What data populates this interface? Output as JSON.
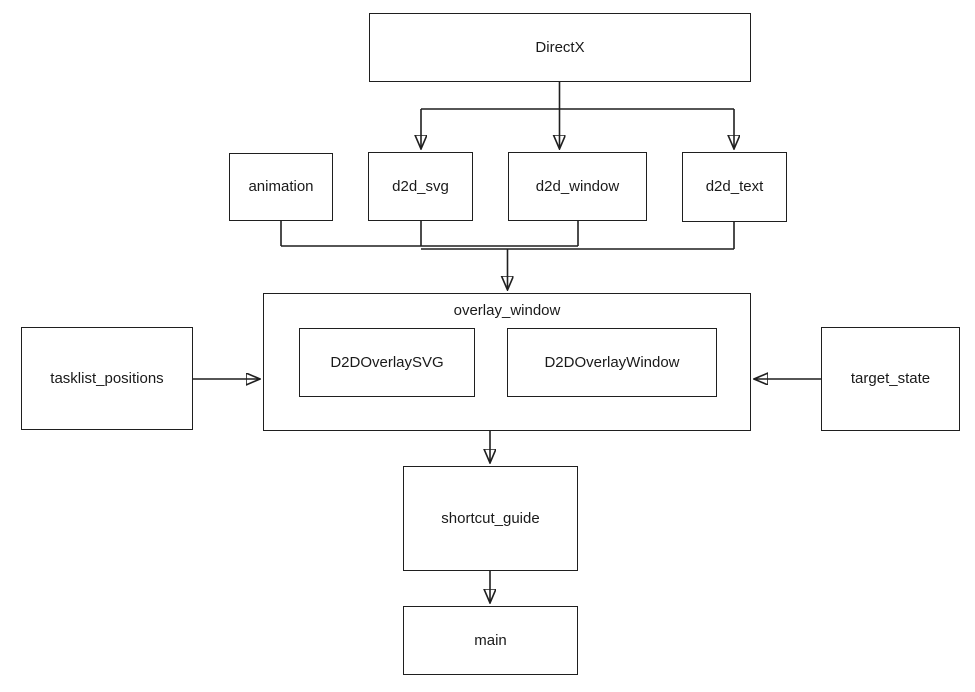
{
  "diagram": {
    "background_color": "#ffffff",
    "line_color": "#1f1f1f",
    "text_color": "#1a1a1a",
    "nodes": {
      "directx": {
        "label": "DirectX"
      },
      "animation": {
        "label": "animation"
      },
      "d2d_svg": {
        "label": "d2d_svg"
      },
      "d2d_window": {
        "label": "d2d_window"
      },
      "d2d_text": {
        "label": "d2d_text"
      },
      "overlay_window": {
        "label": "overlay_window"
      },
      "d2doverlaysvg": {
        "label": "D2DOverlaySVG"
      },
      "d2doverlaywindow": {
        "label": "D2DOverlayWindow"
      },
      "tasklist_positions": {
        "label": "tasklist_positions"
      },
      "target_state": {
        "label": "target_state"
      },
      "shortcut_guide": {
        "label": "shortcut_guide"
      },
      "main": {
        "label": "main"
      }
    },
    "containment": [
      {
        "parent": "overlay_window",
        "children": [
          "D2DOverlaySVG",
          "D2DOverlayWindow"
        ]
      }
    ],
    "edges": [
      {
        "from": "DirectX",
        "to": "d2d_svg",
        "arrow": "down"
      },
      {
        "from": "DirectX",
        "to": "d2d_window",
        "arrow": "down"
      },
      {
        "from": "DirectX",
        "to": "d2d_text",
        "arrow": "down"
      },
      {
        "from": "animation",
        "to": "overlay_window",
        "arrow": "down"
      },
      {
        "from": "d2d_svg",
        "to": "overlay_window",
        "arrow": "down"
      },
      {
        "from": "d2d_window",
        "to": "overlay_window",
        "arrow": "down"
      },
      {
        "from": "d2d_text",
        "to": "overlay_window",
        "arrow": "down"
      },
      {
        "from": "tasklist_positions",
        "to": "overlay_window",
        "arrow": "right"
      },
      {
        "from": "target_state",
        "to": "overlay_window",
        "arrow": "left"
      },
      {
        "from": "overlay_window",
        "to": "shortcut_guide",
        "arrow": "down"
      },
      {
        "from": "shortcut_guide",
        "to": "main",
        "arrow": "down"
      }
    ]
  }
}
